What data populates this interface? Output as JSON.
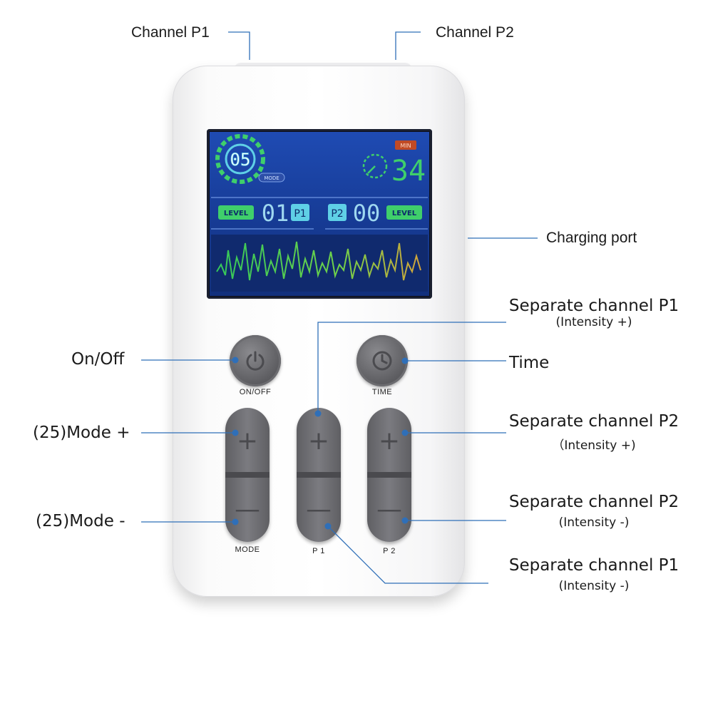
{
  "callouts": {
    "channel_p1": "Channel P1",
    "channel_p2": "Channel P2",
    "charging_port": "Charging port",
    "on_off": "On/Off",
    "time": "Time",
    "mode_plus": "(25)Mode +",
    "mode_minus": "(25)Mode -",
    "p1_plus": {
      "title": "Separate channel P1",
      "sub": "(Intensity +)"
    },
    "p2_plus": {
      "title": "Separate channel P2",
      "sub": "（Intensity +)"
    },
    "p2_minus": {
      "title": "Separate channel P2",
      "sub": "(Intensity -)"
    },
    "p1_minus": {
      "title": "Separate channel P1",
      "sub": "(Intensity -)"
    }
  },
  "screen": {
    "mode_number": "05",
    "mode_label": "MODE",
    "time_value": "34",
    "time_badge": "MIN",
    "level_label": "LEVEL",
    "p1_level": "01",
    "p1_tag": "P1",
    "p2_tag": "P2",
    "p2_level": "00",
    "level_label_right": "LEVEL"
  },
  "buttons": {
    "on_off_caption": "ON/OFF",
    "time_caption": "TIME",
    "mode_caption": "MODE",
    "p1_caption": "P 1",
    "p2_caption": "P 2",
    "plus_symbol": "+",
    "minus_symbol": "—"
  },
  "colors": {
    "callout_line": "#2f6fb8",
    "screen_blue": "#1a3f9e",
    "lcd_green": "#3fcf6b",
    "lcd_cyan": "#5fd0e6",
    "button_gray": "#6a6a6e"
  }
}
